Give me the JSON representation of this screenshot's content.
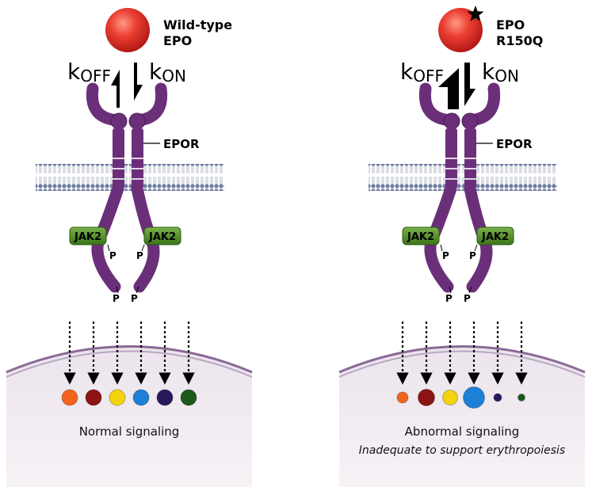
{
  "panels": [
    {
      "id": "wild-type",
      "ligand_label_1": "Wild-type",
      "ligand_label_2": "EPO",
      "k_off": "k",
      "k_off_sub": "OFF",
      "k_on": "k",
      "k_on_sub": "ON",
      "receptor_label": "EPOR",
      "jak_left": "JAK2",
      "jak_right": "JAK2",
      "p_label": "P",
      "caption": "Normal signaling",
      "caption_2": "",
      "mutation_star": false
    },
    {
      "id": "mutant",
      "ligand_label_1": "EPO",
      "ligand_label_2": "R150Q",
      "k_off": "k",
      "k_off_sub": "OFF",
      "k_on": "k",
      "k_on_sub": "ON",
      "receptor_label": "EPOR",
      "jak_left": "JAK2",
      "jak_right": "JAK2",
      "p_label": "P",
      "caption": "Abnormal signaling",
      "caption_2": "Inadequate to support erythropoiesis",
      "mutation_star": true
    }
  ],
  "colors": {
    "receptor": "#6b2f7a",
    "jak": "#4e8a1f",
    "epo": "#e4302a",
    "nucleus_fill": "#ede6ee",
    "nucleus_border": "#8a6a96",
    "lipid_head": "#6f7da3"
  },
  "signal_dots": {
    "colors": [
      "#f2641c",
      "#8b1313",
      "#f4d20e",
      "#1e7fd6",
      "#2a185e",
      "#1c5a1c"
    ],
    "normal_sizes": [
      1,
      1,
      1,
      1,
      1,
      1
    ],
    "abnormal_sizes": [
      0.7,
      1.05,
      0.95,
      1.35,
      0.5,
      0.45
    ]
  }
}
